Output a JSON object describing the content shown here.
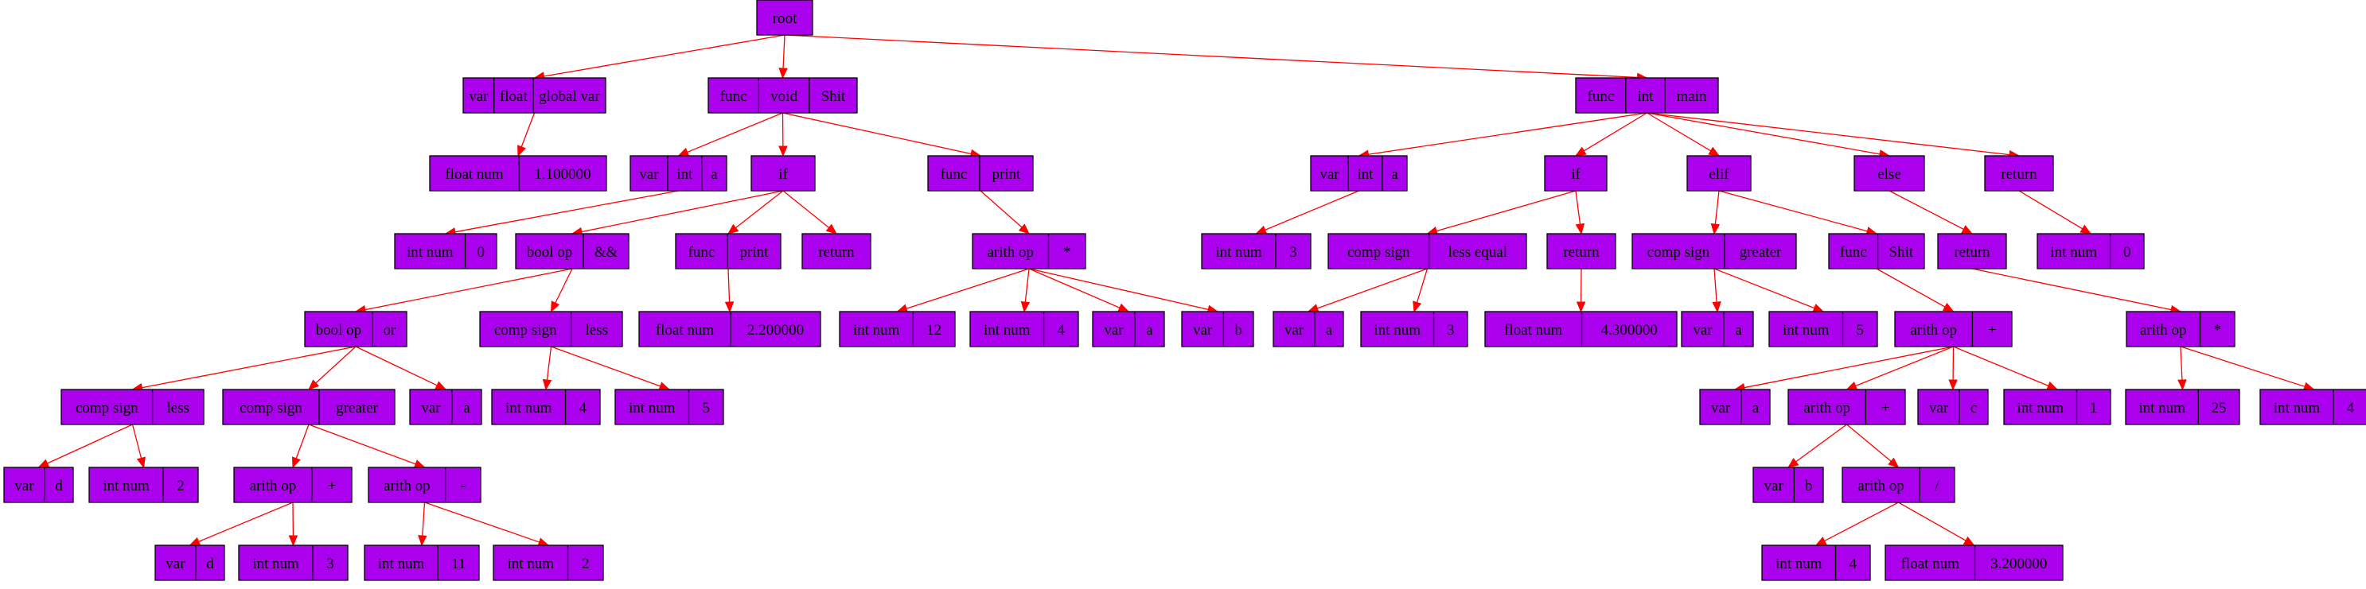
{
  "colors": {
    "node_fill": "#aa00ee",
    "edge": "#ff0000",
    "border": "#000000",
    "background": "#ffffff"
  },
  "nodes": [
    {
      "id": "root",
      "fields": [
        "root"
      ]
    },
    {
      "id": "var_float_global",
      "fields": [
        "var",
        "float",
        "global var"
      ]
    },
    {
      "id": "float_num_1_1",
      "fields": [
        "float num",
        "1.100000"
      ]
    },
    {
      "id": "func_void_shit",
      "fields": [
        "func",
        "void",
        "Shit"
      ]
    },
    {
      "id": "var_int_a_1",
      "fields": [
        "var",
        "int",
        "a"
      ]
    },
    {
      "id": "int_num_0_1",
      "fields": [
        "int num",
        "0"
      ]
    },
    {
      "id": "if_1",
      "fields": [
        "if"
      ]
    },
    {
      "id": "bool_op_and",
      "fields": [
        "bool op",
        "&&"
      ]
    },
    {
      "id": "bool_op_or",
      "fields": [
        "bool op",
        "or"
      ]
    },
    {
      "id": "comp_less_1",
      "fields": [
        "comp sign",
        "less"
      ]
    },
    {
      "id": "var_d_1",
      "fields": [
        "var",
        "d"
      ]
    },
    {
      "id": "int_num_2_1",
      "fields": [
        "int num",
        "2"
      ]
    },
    {
      "id": "comp_greater_1",
      "fields": [
        "comp sign",
        "greater"
      ]
    },
    {
      "id": "arith_plus_1",
      "fields": [
        "arith op",
        "+"
      ]
    },
    {
      "id": "var_d_2",
      "fields": [
        "var",
        "d"
      ]
    },
    {
      "id": "int_num_3_1",
      "fields": [
        "int num",
        "3"
      ]
    },
    {
      "id": "arith_minus_1",
      "fields": [
        "arith op",
        "-"
      ]
    },
    {
      "id": "int_num_11",
      "fields": [
        "int num",
        "11"
      ]
    },
    {
      "id": "int_num_2_2",
      "fields": [
        "int num",
        "2"
      ]
    },
    {
      "id": "var_a_1",
      "fields": [
        "var",
        "a"
      ]
    },
    {
      "id": "comp_less_2",
      "fields": [
        "comp sign",
        "less"
      ]
    },
    {
      "id": "int_num_4_1",
      "fields": [
        "int num",
        "4"
      ]
    },
    {
      "id": "int_num_5_1",
      "fields": [
        "int num",
        "5"
      ]
    },
    {
      "id": "func_print_1",
      "fields": [
        "func",
        "print"
      ]
    },
    {
      "id": "float_num_2_2",
      "fields": [
        "float num",
        "2.200000"
      ]
    },
    {
      "id": "return_1",
      "fields": [
        "return"
      ]
    },
    {
      "id": "func_print_2",
      "fields": [
        "func",
        "print"
      ]
    },
    {
      "id": "arith_times_1",
      "fields": [
        "arith op",
        "*"
      ]
    },
    {
      "id": "int_num_12",
      "fields": [
        "int num",
        "12"
      ]
    },
    {
      "id": "int_num_4_2",
      "fields": [
        "int num",
        "4"
      ]
    },
    {
      "id": "var_a_2",
      "fields": [
        "var",
        "a"
      ]
    },
    {
      "id": "var_b_1",
      "fields": [
        "var",
        "b"
      ]
    },
    {
      "id": "func_int_main",
      "fields": [
        "func",
        "int",
        "main"
      ]
    },
    {
      "id": "var_int_a_2",
      "fields": [
        "var",
        "int",
        "a"
      ]
    },
    {
      "id": "int_num_3_2",
      "fields": [
        "int num",
        "3"
      ]
    },
    {
      "id": "if_2",
      "fields": [
        "if"
      ]
    },
    {
      "id": "comp_less_equal",
      "fields": [
        "comp sign",
        "less equal"
      ]
    },
    {
      "id": "var_a_3",
      "fields": [
        "var",
        "a"
      ]
    },
    {
      "id": "int_num_3_3",
      "fields": [
        "int num",
        "3"
      ]
    },
    {
      "id": "return_2",
      "fields": [
        "return"
      ]
    },
    {
      "id": "float_num_4_3",
      "fields": [
        "float num",
        "4.300000"
      ]
    },
    {
      "id": "elif_1",
      "fields": [
        "elif"
      ]
    },
    {
      "id": "comp_greater_2",
      "fields": [
        "comp sign",
        "greater"
      ]
    },
    {
      "id": "var_a_4",
      "fields": [
        "var",
        "a"
      ]
    },
    {
      "id": "int_num_5_2",
      "fields": [
        "int num",
        "5"
      ]
    },
    {
      "id": "func_shit_call",
      "fields": [
        "func",
        "Shit"
      ]
    },
    {
      "id": "arith_plus_2",
      "fields": [
        "arith op",
        "+"
      ]
    },
    {
      "id": "var_a_5",
      "fields": [
        "var",
        "a"
      ]
    },
    {
      "id": "arith_plus_3",
      "fields": [
        "arith op",
        "+"
      ]
    },
    {
      "id": "var_b_2",
      "fields": [
        "var",
        "b"
      ]
    },
    {
      "id": "arith_div_1",
      "fields": [
        "arith op",
        "/"
      ]
    },
    {
      "id": "int_num_4_3",
      "fields": [
        "int num",
        "4"
      ]
    },
    {
      "id": "float_num_3_2",
      "fields": [
        "float num",
        "3.200000"
      ]
    },
    {
      "id": "var_c_1",
      "fields": [
        "var",
        "c"
      ]
    },
    {
      "id": "int_num_1_1",
      "fields": [
        "int num",
        "1"
      ]
    },
    {
      "id": "else_1",
      "fields": [
        "else"
      ]
    },
    {
      "id": "return_3",
      "fields": [
        "return"
      ]
    },
    {
      "id": "arith_times_2",
      "fields": [
        "arith op",
        "*"
      ]
    },
    {
      "id": "int_num_25",
      "fields": [
        "int num",
        "25"
      ]
    },
    {
      "id": "int_num_4_4",
      "fields": [
        "int num",
        "4"
      ]
    },
    {
      "id": "return_4",
      "fields": [
        "return"
      ]
    },
    {
      "id": "int_num_0_2",
      "fields": [
        "int num",
        "0"
      ]
    }
  ],
  "edges": [
    [
      "root",
      "var_float_global"
    ],
    [
      "root",
      "func_void_shit"
    ],
    [
      "root",
      "func_int_main"
    ],
    [
      "var_float_global",
      "float_num_1_1"
    ],
    [
      "func_void_shit",
      "var_int_a_1"
    ],
    [
      "func_void_shit",
      "if_1"
    ],
    [
      "func_void_shit",
      "func_print_2"
    ],
    [
      "var_int_a_1",
      "int_num_0_1"
    ],
    [
      "if_1",
      "bool_op_and"
    ],
    [
      "if_1",
      "func_print_1"
    ],
    [
      "if_1",
      "return_1"
    ],
    [
      "bool_op_and",
      "bool_op_or"
    ],
    [
      "bool_op_and",
      "comp_less_2"
    ],
    [
      "bool_op_or",
      "comp_less_1"
    ],
    [
      "bool_op_or",
      "comp_greater_1"
    ],
    [
      "bool_op_or",
      "var_a_1"
    ],
    [
      "comp_less_1",
      "var_d_1"
    ],
    [
      "comp_less_1",
      "int_num_2_1"
    ],
    [
      "comp_greater_1",
      "arith_plus_1"
    ],
    [
      "comp_greater_1",
      "arith_minus_1"
    ],
    [
      "arith_plus_1",
      "var_d_2"
    ],
    [
      "arith_plus_1",
      "int_num_3_1"
    ],
    [
      "arith_minus_1",
      "int_num_11"
    ],
    [
      "arith_minus_1",
      "int_num_2_2"
    ],
    [
      "comp_less_2",
      "int_num_4_1"
    ],
    [
      "comp_less_2",
      "int_num_5_1"
    ],
    [
      "func_print_1",
      "float_num_2_2"
    ],
    [
      "func_print_2",
      "arith_times_1"
    ],
    [
      "arith_times_1",
      "int_num_12"
    ],
    [
      "arith_times_1",
      "int_num_4_2"
    ],
    [
      "arith_times_1",
      "var_a_2"
    ],
    [
      "arith_times_1",
      "var_b_1"
    ],
    [
      "func_int_main",
      "var_int_a_2"
    ],
    [
      "func_int_main",
      "if_2"
    ],
    [
      "func_int_main",
      "elif_1"
    ],
    [
      "func_int_main",
      "else_1"
    ],
    [
      "func_int_main",
      "return_4"
    ],
    [
      "var_int_a_2",
      "int_num_3_2"
    ],
    [
      "if_2",
      "comp_less_equal"
    ],
    [
      "if_2",
      "return_2"
    ],
    [
      "comp_less_equal",
      "var_a_3"
    ],
    [
      "comp_less_equal",
      "int_num_3_3"
    ],
    [
      "return_2",
      "float_num_4_3"
    ],
    [
      "elif_1",
      "comp_greater_2"
    ],
    [
      "elif_1",
      "func_shit_call"
    ],
    [
      "comp_greater_2",
      "var_a_4"
    ],
    [
      "comp_greater_2",
      "int_num_5_2"
    ],
    [
      "func_shit_call",
      "arith_plus_2"
    ],
    [
      "arith_plus_2",
      "var_a_5"
    ],
    [
      "arith_plus_2",
      "arith_plus_3"
    ],
    [
      "arith_plus_2",
      "var_c_1"
    ],
    [
      "arith_plus_2",
      "int_num_1_1"
    ],
    [
      "arith_plus_3",
      "var_b_2"
    ],
    [
      "arith_plus_3",
      "arith_div_1"
    ],
    [
      "arith_div_1",
      "int_num_4_3"
    ],
    [
      "arith_div_1",
      "float_num_3_2"
    ],
    [
      "else_1",
      "return_3"
    ],
    [
      "return_3",
      "arith_times_2"
    ],
    [
      "arith_times_2",
      "int_num_25"
    ],
    [
      "arith_times_2",
      "int_num_4_4"
    ],
    [
      "return_4",
      "int_num_0_2"
    ]
  ]
}
